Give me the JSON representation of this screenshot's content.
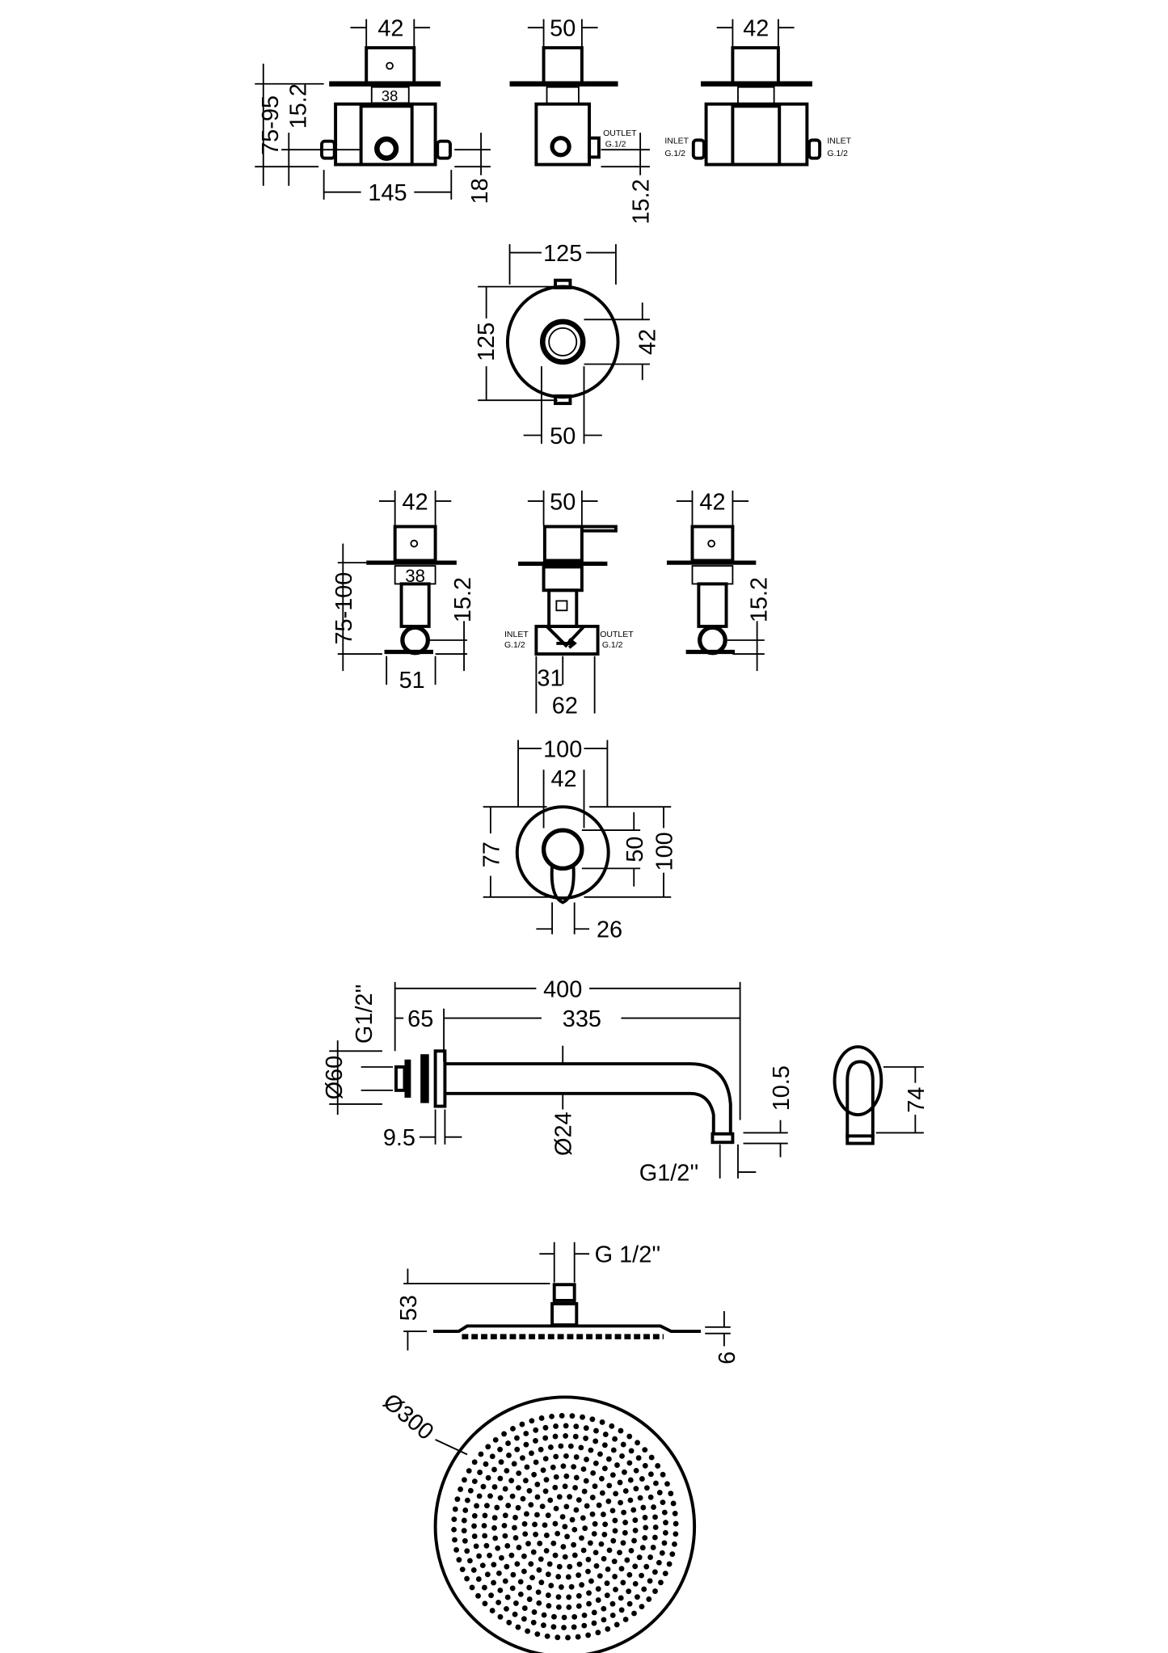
{
  "top_row": {
    "left_view": {
      "width": "42",
      "depth_range": "75-95",
      "offset": "15.2",
      "body_width": "145",
      "inlet_height": "18",
      "inner": "38"
    },
    "middle_view": {
      "width": "50",
      "outlet": "OUTLET",
      "outlet_thread": "G.1/2",
      "offset": "15.2"
    },
    "right_view": {
      "width": "42",
      "inlet_left": "INLET",
      "inlet_left_thread": "G.1/2",
      "inlet_right": "INLET",
      "inlet_right_thread": "G.1/2"
    }
  },
  "front_plate_1": {
    "width": "125",
    "height": "125",
    "knob_height": "42",
    "knob_width": "50"
  },
  "second_row": {
    "left_view": {
      "width": "42",
      "inner": "38",
      "depth_range": "75-100",
      "offset": "15.2",
      "base_width": "51"
    },
    "middle_view": {
      "width": "50",
      "inlet": "INLET",
      "inlet_thread": "G.1/2",
      "outlet": "OUTLET",
      "outlet_thread": "G.1/2",
      "half_body": "31",
      "body_width": "62"
    },
    "right_view": {
      "width": "42",
      "offset": "15.2"
    }
  },
  "front_plate_2": {
    "width": "100",
    "knob_width": "42",
    "lever_drop": "77",
    "knob_height": "50",
    "height": "100",
    "lever_width": "26"
  },
  "shower_arm": {
    "total_length": "400",
    "arm_length": "335",
    "flange_length": "65",
    "inlet_thread": "G1/2''",
    "flange_dia": "Ø60",
    "flange_thickness": "9.5",
    "pipe_dia": "Ø24",
    "outlet_height": "10.5",
    "outlet_thread": "G1/2''",
    "end_view_height": "74"
  },
  "shower_head": {
    "thread": "G 1/2''",
    "height": "53",
    "thickness": "6",
    "diameter": "Ø300"
  }
}
